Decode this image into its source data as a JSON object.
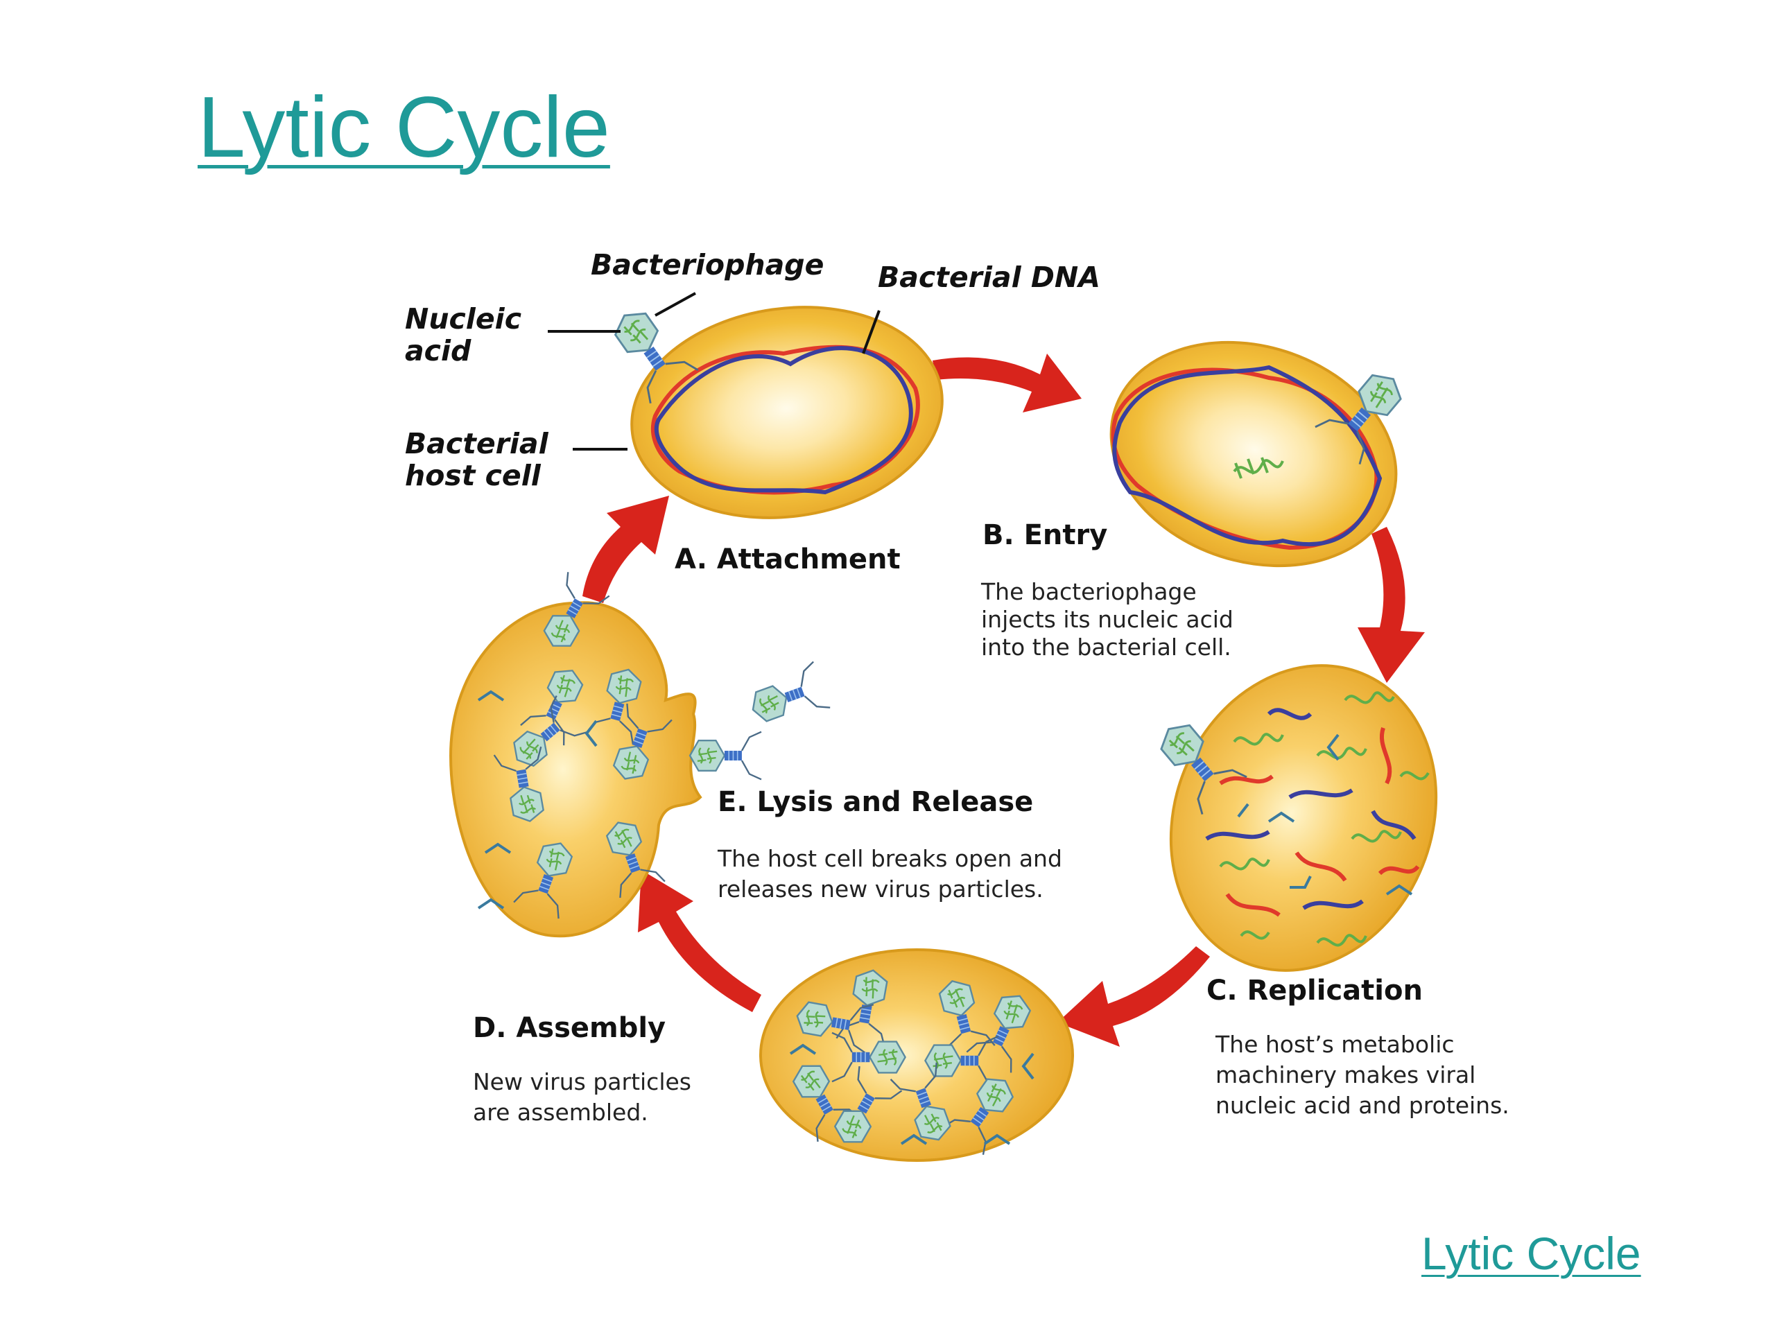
{
  "title": "Lytic Cycle",
  "footer_link": "Lytic Cycle",
  "labels": {
    "bacteriophage": "Bacteriophage",
    "bacterial_dna": "Bacterial DNA",
    "nucleic_acid": [
      "Nucleic",
      "acid"
    ],
    "host_cell": [
      "Bacterial",
      "host cell"
    ]
  },
  "steps": [
    {
      "title": "A. Attachment",
      "description": []
    },
    {
      "title": "B. Entry",
      "description": [
        "The bacteriophage",
        "injects its nucleic acid",
        "into the bacterial cell."
      ]
    },
    {
      "title": "C. Replication",
      "description": [
        "The host’s metabolic",
        "machinery makes viral",
        "nucleic acid and proteins."
      ]
    },
    {
      "title": "D. Assembly",
      "description": [
        "New virus particles",
        "are assembled."
      ]
    },
    {
      "title": "E. Lysis and Release",
      "description": [
        "The host cell breaks open and",
        "releases new virus particles."
      ]
    }
  ],
  "colors": {
    "title": "#1f9a98",
    "cell_fill": "#f2be3a",
    "cell_core": "#fff8e0",
    "cell_edge": "#d89a1c",
    "dna_red": "#e0392b",
    "dna_blue": "#3a3f9e",
    "phage_head": "#b8dcd2",
    "phage_dna": "#5fae4a",
    "phage_tail": "#3d6fc6",
    "arrow": "#d8241c"
  }
}
